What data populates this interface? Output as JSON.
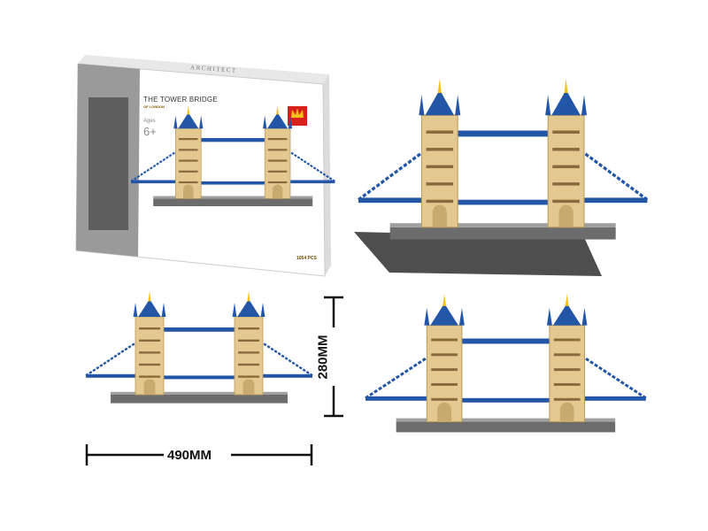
{
  "product_box": {
    "series": "ARCHITECT",
    "title": "THE TOWER BRIDGE",
    "subtitle": "OF LONDON",
    "ages_label": "Ages",
    "ages_value": "6+",
    "pieces": "1054 PCS",
    "brand_logo": "crown-logo",
    "brand_color": "#d8201c"
  },
  "dimensions": {
    "height": "280MM",
    "width": "490MM"
  },
  "colors": {
    "tower": "#e3c98f",
    "roof": "#2456a8",
    "base": "#6c6c6c",
    "spire": "#f2c21a"
  }
}
